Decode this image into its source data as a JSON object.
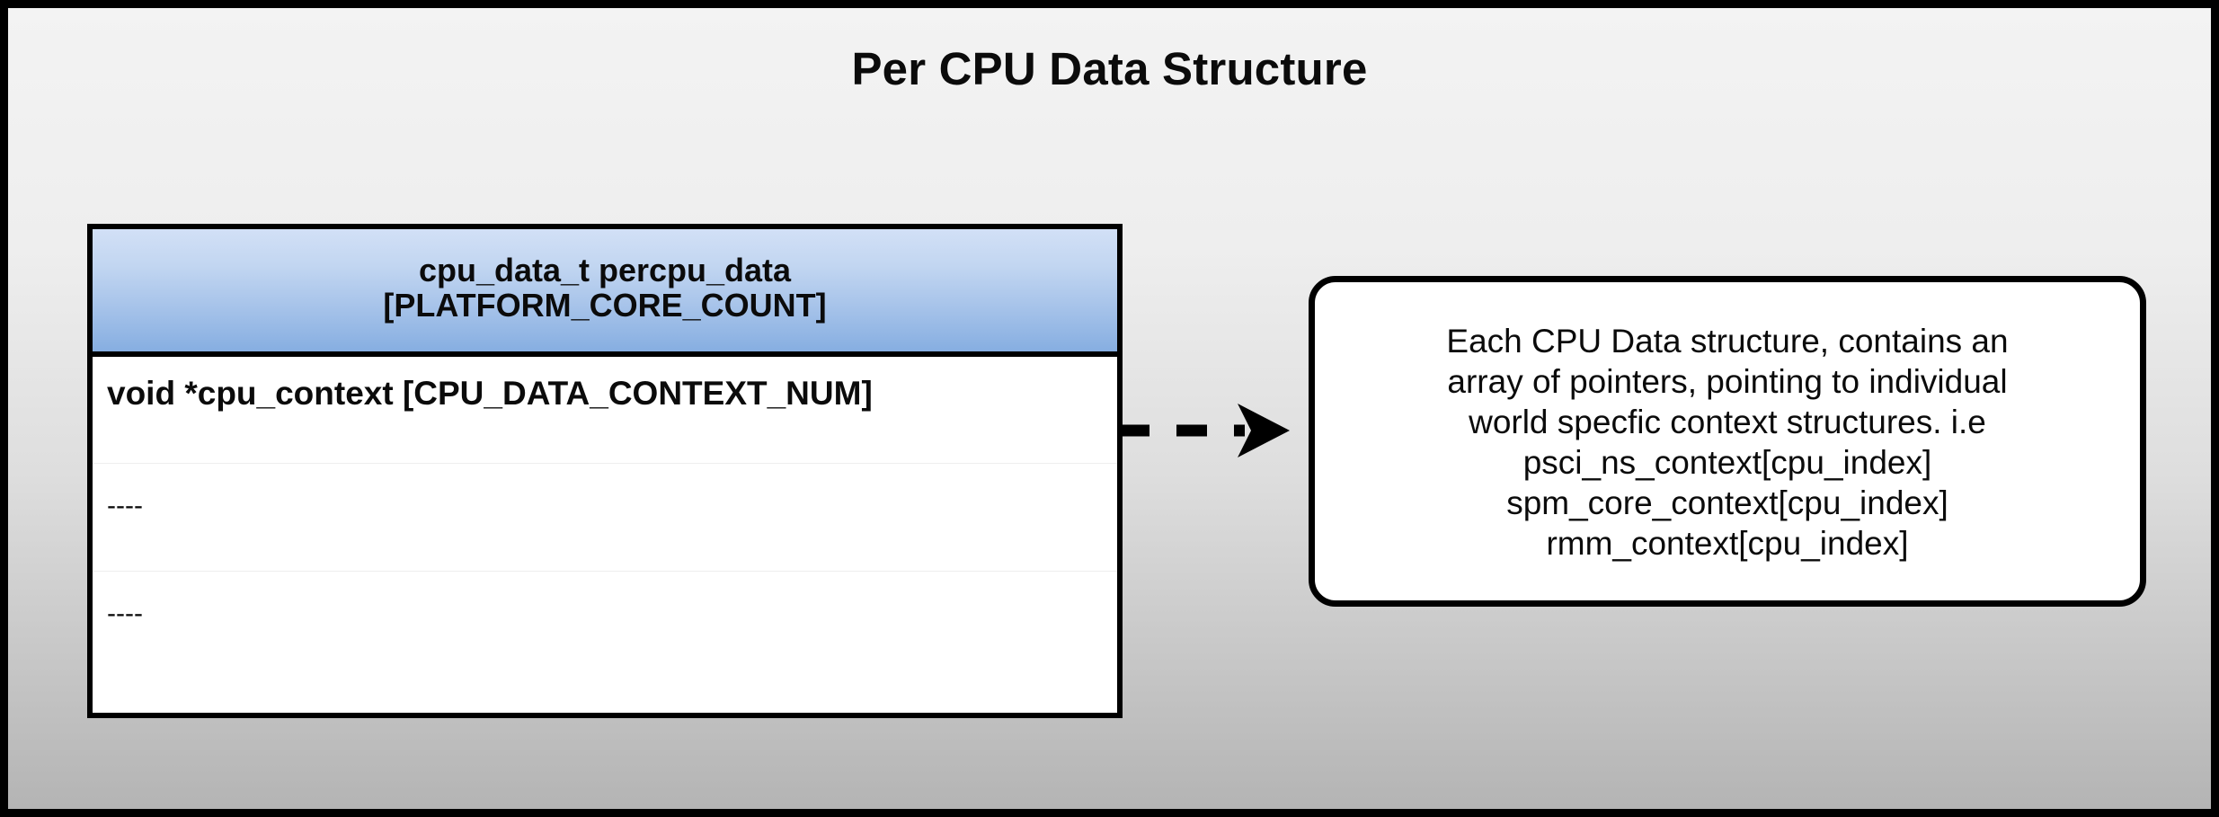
{
  "diagram": {
    "title": "Per CPU Data Structure",
    "background": {
      "frame_color": "#000000",
      "gradient_top": "#f3f3f3",
      "gradient_bottom": "#b4b4b4"
    },
    "struct_table": {
      "header": {
        "line1": "cpu_data_t percpu_data",
        "line2": "[PLATFORM_CORE_COUNT]",
        "gradient_top": "#d2e0f6",
        "gradient_bottom": "#86aee1"
      },
      "rows": [
        {
          "label": "void *cpu_context [CPU_DATA_CONTEXT_NUM]"
        },
        {
          "label": "----"
        },
        {
          "label": "----"
        }
      ]
    },
    "connector": {
      "style": "dashed-arrow",
      "direction": "right",
      "color": "#000000"
    },
    "callout": {
      "text": "Each CPU Data structure, contains an\narray of pointers, pointing to individual\nworld specfic context structures. i.e\npsci_ns_context[cpu_index]\nspm_core_context[cpu_index]\nrmm_context[cpu_index]",
      "border_color": "#000000",
      "background": "#ffffff"
    }
  }
}
